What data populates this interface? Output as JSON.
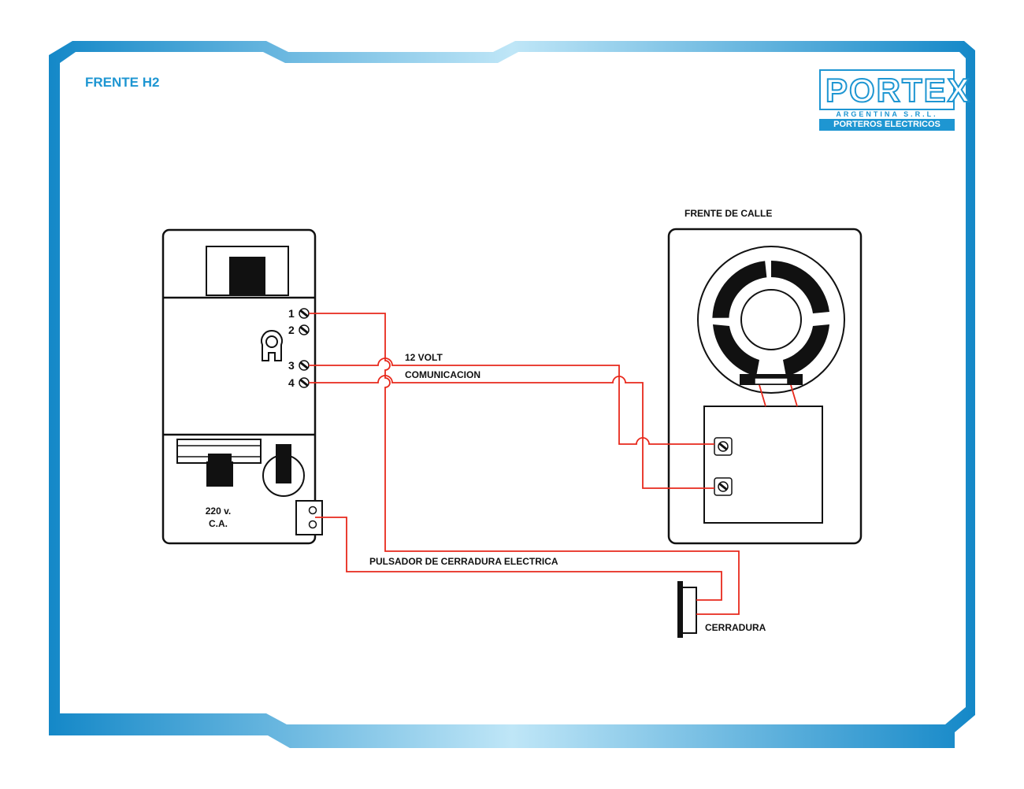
{
  "title": "FRENTE H2",
  "logo": {
    "brand": "PORTEX",
    "line1": "ARGENTINA S.R.L.",
    "line2": "PORTEROS ELECTRICOS"
  },
  "labels": {
    "terminal_1": "1",
    "terminal_2": "2",
    "terminal_3": "3",
    "terminal_4": "4",
    "power": "220 v.",
    "power_type": "C.A.",
    "volt": "12 VOLT",
    "comm": "COMUNICACION",
    "street_panel": "FRENTE DE CALLE",
    "pushbutton": "PULSADOR DE CERRADURA ELECTRICA",
    "lock": "CERRADURA"
  },
  "colors": {
    "frame": "#1e96d2",
    "wire": "#e8291c",
    "ink": "#111111"
  }
}
